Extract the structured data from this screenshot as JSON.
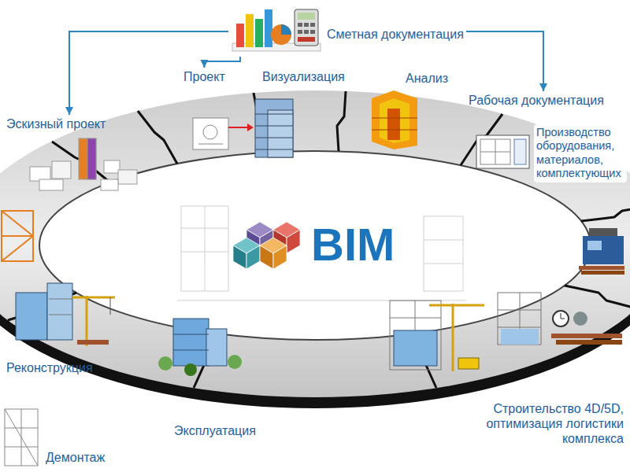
{
  "diagram": {
    "nodes": [
      {
        "text": [
          "Сметная документация"
        ]
      },
      {
        "text": [
          "Эскизный проект"
        ]
      },
      {
        "text": [
          "Проект"
        ]
      },
      {
        "text": [
          "Визуализация"
        ]
      },
      {
        "text": [
          "Анализ"
        ]
      },
      {
        "text": [
          "Рабочая документация"
        ]
      },
      {
        "text": [
          "Производство оборудования, материалов, комплектующих"
        ]
      },
      {
        "text": [
          "Реконструкция"
        ]
      },
      {
        "text": [
          "Строительство 4D/5D, оптимизация логистики комплекса"
        ]
      },
      {
        "text": [
          "Эксплуатация"
        ]
      },
      {
        "text": [
          "Демонтаж"
        ]
      }
    ],
    "edges": [
      {
        "from": 0,
        "to": 1,
        "arrow": "to"
      },
      {
        "from": 0,
        "to": 2,
        "arrow": "to"
      },
      {
        "from": 0,
        "to": 5,
        "arrow": "to"
      }
    ],
    "labels": [
      "BIM"
    ]
  }
}
